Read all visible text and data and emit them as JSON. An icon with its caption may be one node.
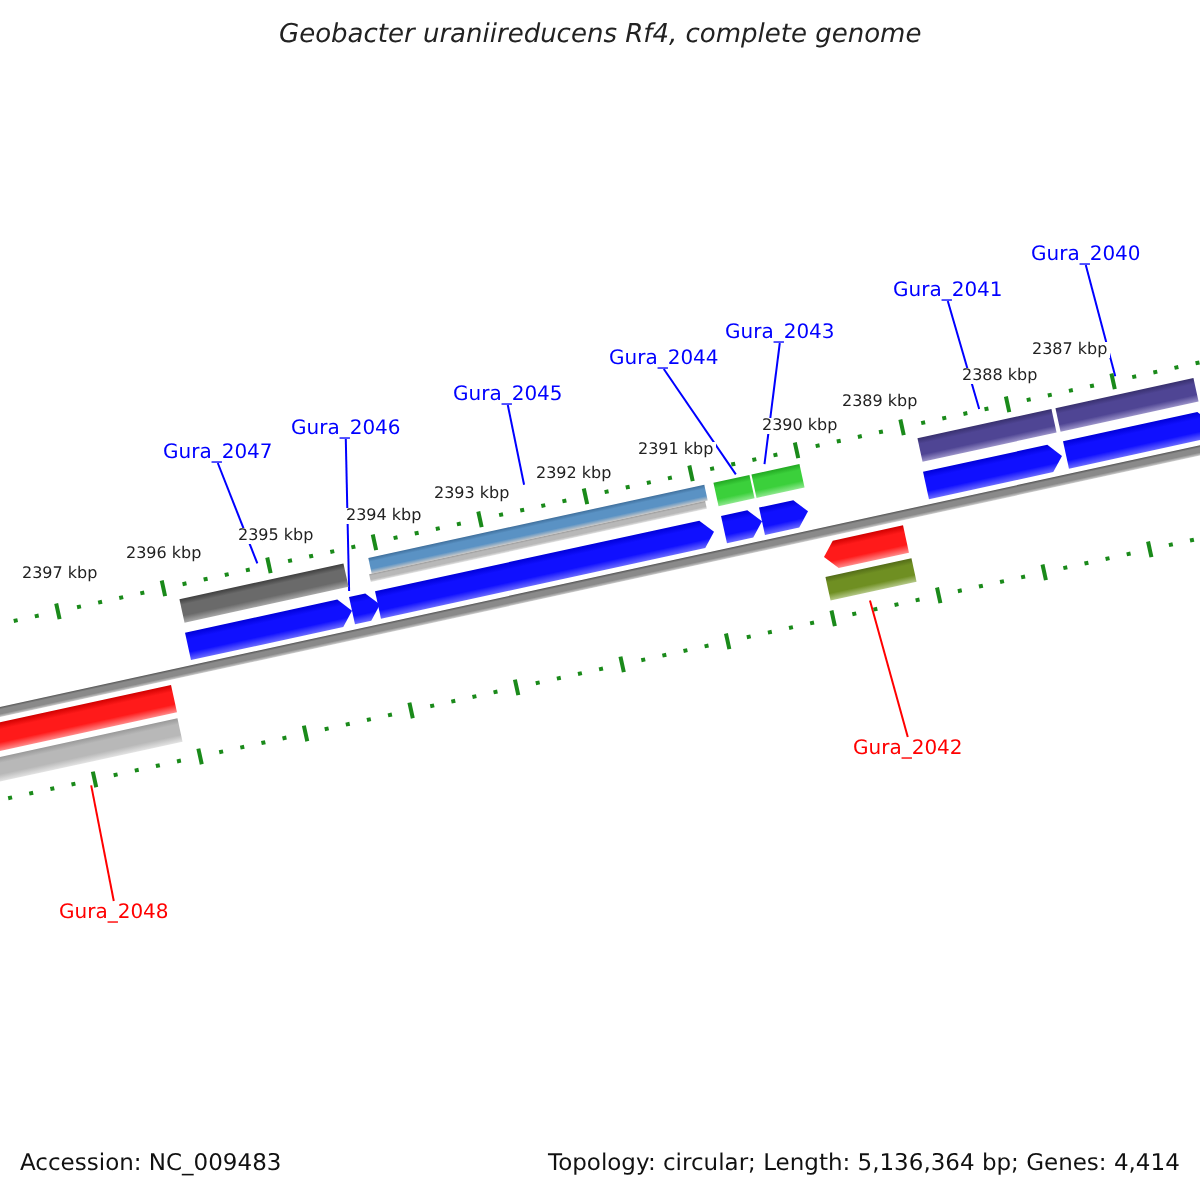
{
  "diagram": {
    "title": "Geobacter uraniireducens Rf4, complete genome",
    "nodes": [
      {
        "text": [
          "Gura_2047"
        ]
      },
      {
        "text": [
          "Gura_2046"
        ]
      },
      {
        "text": [
          "Gura_2045"
        ]
      },
      {
        "text": [
          "Gura_2044"
        ]
      },
      {
        "text": [
          "Gura_2043"
        ]
      },
      {
        "text": [
          "Gura_2041"
        ]
      },
      {
        "text": [
          "Gura_2040"
        ]
      },
      {
        "text": [
          "Gura_2042"
        ]
      },
      {
        "text": [
          "Gura_2048"
        ]
      },
      {
        "text": [],
        "shape": "bar"
      },
      {
        "text": [],
        "shape": "bar"
      },
      {
        "text": [],
        "shape": "bar"
      },
      {
        "text": [],
        "shape": "bar"
      },
      {
        "text": [],
        "shape": "bar"
      },
      {
        "text": [],
        "shape": "bar"
      },
      {
        "text": [],
        "shape": "bar"
      },
      {
        "text": [],
        "shape": "bar"
      },
      {
        "text": [],
        "shape": "bar"
      }
    ],
    "edges": [
      {
        "from": 0,
        "to": 10,
        "arrow": "none"
      },
      {
        "from": 1,
        "to": 11,
        "arrow": "none"
      },
      {
        "from": 2,
        "to": 12,
        "arrow": "none"
      },
      {
        "from": 3,
        "to": 13,
        "arrow": "none"
      },
      {
        "from": 4,
        "to": 14,
        "arrow": "none"
      },
      {
        "from": 5,
        "to": 16,
        "arrow": "none"
      },
      {
        "from": 6,
        "to": 17,
        "arrow": "none"
      },
      {
        "from": 7,
        "to": 15,
        "arrow": "none",
        "color": "#ff0000"
      },
      {
        "from": 8,
        "to": 9,
        "arrow": "none",
        "color": "#ff0000"
      }
    ],
    "labels": [
      "2397 kbp",
      "2396 kbp",
      "2395 kbp",
      "2394 kbp",
      "2393 kbp",
      "2392 kbp",
      "2391 kbp",
      "2390 kbp",
      "2389 kbp",
      "2388 kbp",
      "2387 kbp",
      "Accession: NC_009483",
      "Topology: circular; Length: 5,136,364 bp; Genes: 4,414"
    ]
  }
}
